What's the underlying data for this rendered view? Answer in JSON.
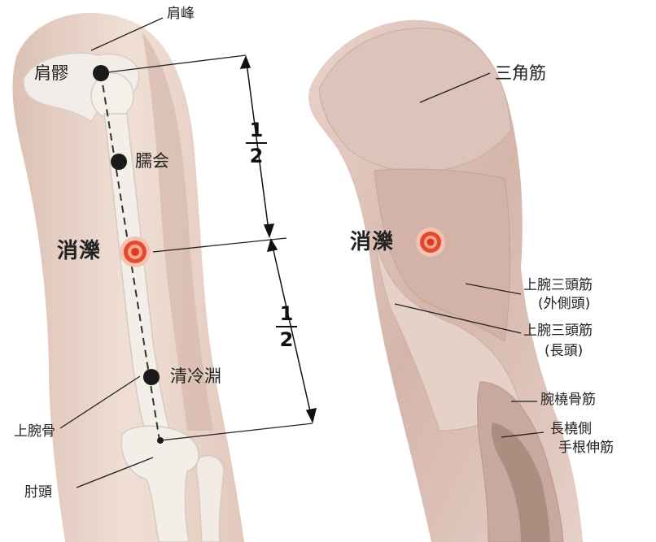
{
  "colors": {
    "skin": "#ead6cc",
    "skin_shadow": "#d9bdb0",
    "bone": "#f1ece6",
    "muscle": "#dcc0b6",
    "leader_line": "#222222",
    "dark_point": "#1a1a1a",
    "target_point": "#e2492f",
    "target_ring": "#ef9a80"
  },
  "left_figure": {
    "points": {
      "kenpo": "肩峰",
      "keneu": "肩髎",
      "jue": "臑会",
      "shoreki": "消濼",
      "seireien": "清冷淵",
      "humerus": "上腕骨",
      "elbow": "肘頭"
    },
    "measure": [
      {
        "numerator": "1",
        "denominator": "2"
      },
      {
        "numerator": "1",
        "denominator": "2"
      }
    ]
  },
  "right_figure": {
    "target": "消濼",
    "muscles": {
      "deltoid": "三角筋",
      "triceps_lateral_1": "上腕三頭筋",
      "triceps_lateral_2": "(外側頭)",
      "triceps_long_1": "上腕三頭筋",
      "triceps_long_2": "(長頭)",
      "brachioradialis": "腕橈骨筋",
      "ecrl_1": "長橈側",
      "ecrl_2": "手根伸筋"
    }
  }
}
